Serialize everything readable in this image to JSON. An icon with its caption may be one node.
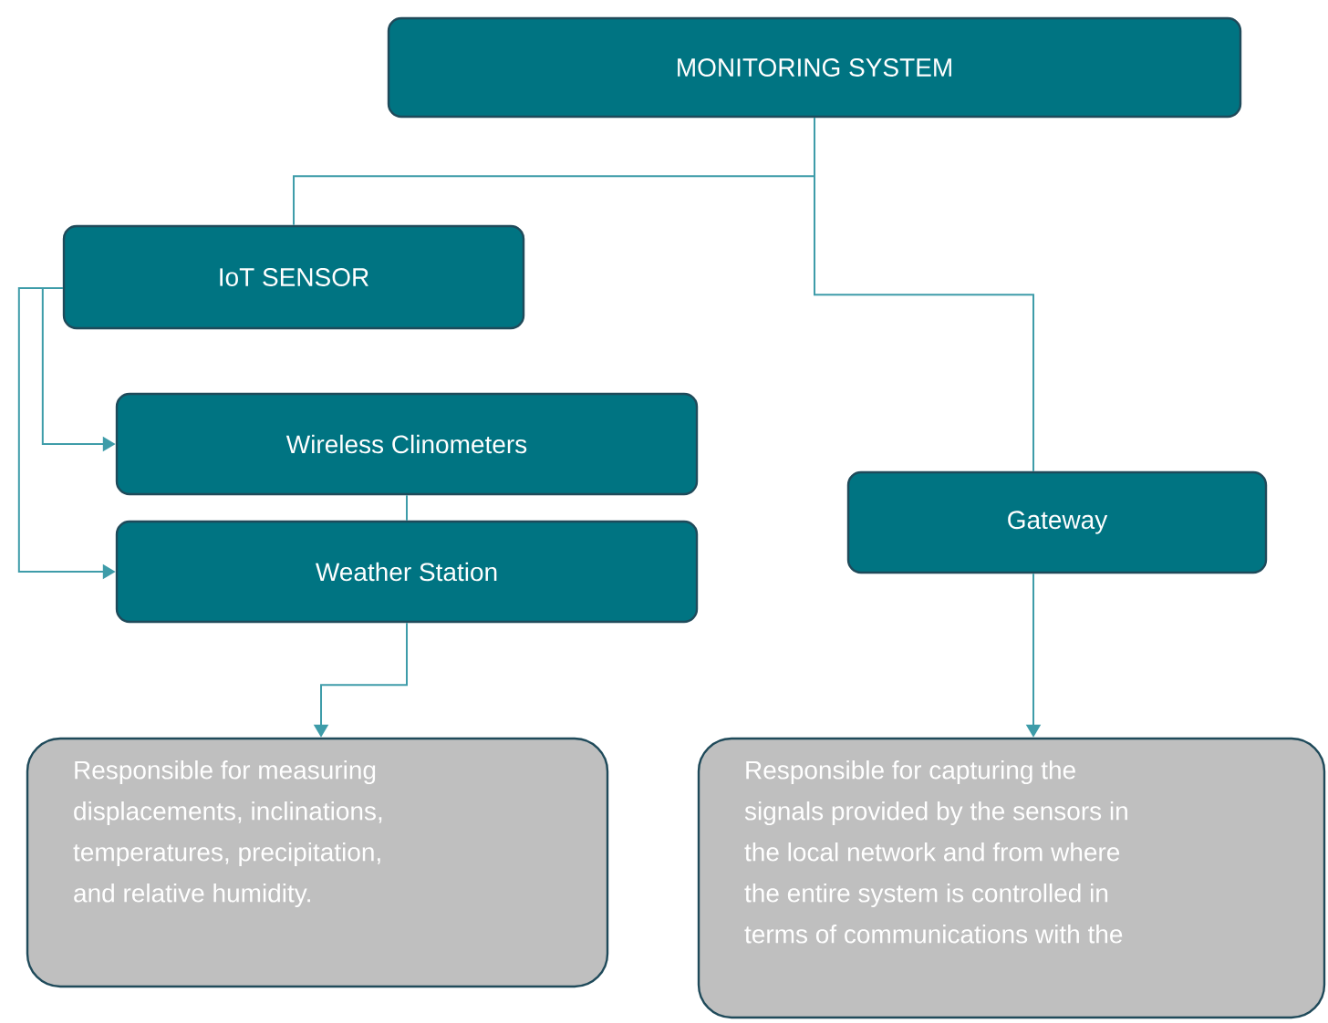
{
  "diagram": {
    "nodes": [
      {
        "text": [
          "MONITORING SYSTEM"
        ]
      },
      {
        "text": [
          "IoT SENSOR"
        ]
      },
      {
        "text": [
          "Wireless Clinometers"
        ]
      },
      {
        "text": [
          "Weather Station"
        ]
      },
      {
        "text": [
          "Gateway"
        ]
      },
      {
        "text": [
          "Responsible for measuring displacements, inclinations, temperatures, precipitation, and relative humidity."
        ]
      },
      {
        "text": [
          "Responsible for capturing the signals provided by the sensors in the local network and from where the entire system is controlled in terms of communications with the"
        ]
      }
    ],
    "edges": [
      {
        "from": 0,
        "to": 1,
        "arrow": "none"
      },
      {
        "from": 0,
        "to": 4,
        "arrow": "none"
      },
      {
        "from": 1,
        "to": 2,
        "arrow": "to"
      },
      {
        "from": 1,
        "to": 3,
        "arrow": "to"
      },
      {
        "from": 2,
        "to": 3,
        "arrow": "none"
      },
      {
        "from": 3,
        "to": 5,
        "arrow": "to"
      },
      {
        "from": 4,
        "to": 6,
        "arrow": "to"
      }
    ]
  }
}
